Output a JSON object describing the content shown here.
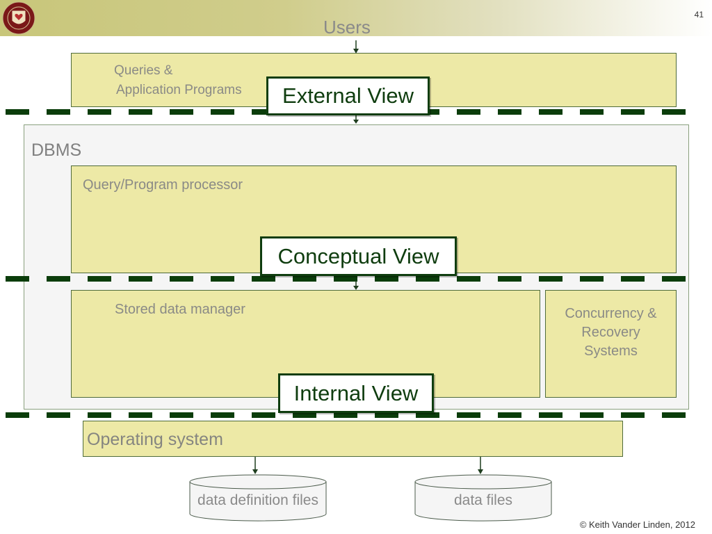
{
  "slide": {
    "number": "41",
    "copyright": "© Keith Vander Linden, 2012"
  },
  "diagram": {
    "users": "Users",
    "queries_line1": "Queries &",
    "queries_line2": "Application Programs",
    "dbms": "DBMS",
    "query_processor": "Query/Program processor",
    "stored_data_manager": "Stored data manager",
    "concurrency_line1": "Concurrency &",
    "concurrency_line2": "Recovery",
    "concurrency_line3": "Systems",
    "operating_system": "Operating system",
    "data_definition_files": "data definition files",
    "data_files": "data files",
    "views": {
      "external": "External View",
      "conceptual": "Conceptual View",
      "internal": "Internal View"
    }
  },
  "colors": {
    "box_fill": "#ede9a6",
    "view_border": "#0f3d0f",
    "dash": "#0b3d0b",
    "dbms_fill": "#f5f5f5"
  }
}
